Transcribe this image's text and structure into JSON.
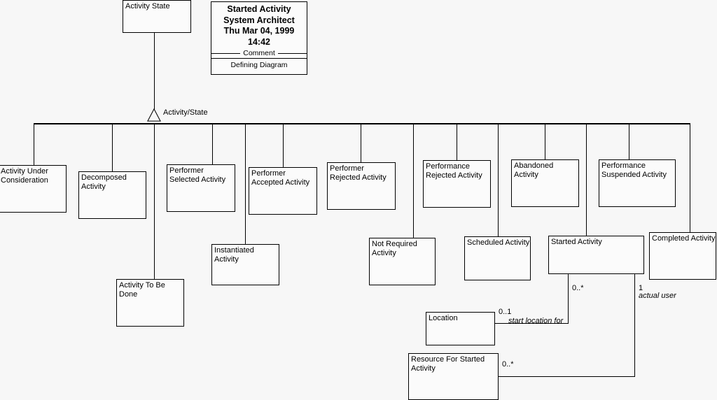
{
  "diagram": {
    "title_note": {
      "head_lines": [
        "Started Activity",
        "System Architect",
        "Thu Mar 04, 1999",
        "14:42"
      ],
      "divider_label": "Comment",
      "footer": "Defining Diagram"
    },
    "root_class": {
      "name": "Activity State"
    },
    "generalization_label": "Activity/State",
    "classes": [
      {
        "id": "activity-under-consideration",
        "name": "Activity Under\nConsideration"
      },
      {
        "id": "decomposed-activity",
        "name": "Decomposed\nActivity"
      },
      {
        "id": "performer-selected-activity",
        "name": "Performer\nSelected Activity"
      },
      {
        "id": "performer-accepted-activity",
        "name": "Performer\nAccepted Activity"
      },
      {
        "id": "performer-rejected-activity",
        "name": "Performer\nRejected Activity"
      },
      {
        "id": "performance-rejected-activity",
        "name": "Performance\nRejected Activity"
      },
      {
        "id": "abandoned-activity",
        "name": "Abandoned\nActivity"
      },
      {
        "id": "performance-suspended-activity",
        "name": "Performance\nSuspended Activity"
      },
      {
        "id": "activity-to-be-done",
        "name": "Activity To Be\nDone"
      },
      {
        "id": "instantiated-activity",
        "name": "Instantiated Activity"
      },
      {
        "id": "not-required-activity",
        "name": "Not Required\nActivity"
      },
      {
        "id": "scheduled-activity",
        "name": "Scheduled Activity"
      },
      {
        "id": "started-activity",
        "name": "Started Activity"
      },
      {
        "id": "completed-activity",
        "name": "Completed Activity"
      },
      {
        "id": "location",
        "name": "Location"
      },
      {
        "id": "resource-for-started-activity",
        "name": "Resource For Started\nActivity"
      }
    ],
    "associations": [
      {
        "id": "start-location-for",
        "source_multiplicity": "0..*",
        "target_multiplicity": "0..1",
        "role": "start location for"
      },
      {
        "id": "actual-user",
        "source_multiplicity": "1",
        "target_multiplicity": "0..*",
        "role": "actual user"
      }
    ],
    "colors": {
      "background": "#f7f7f7",
      "box_fill": "#fbfbfb",
      "line": "#000000",
      "text": "#000000"
    }
  }
}
